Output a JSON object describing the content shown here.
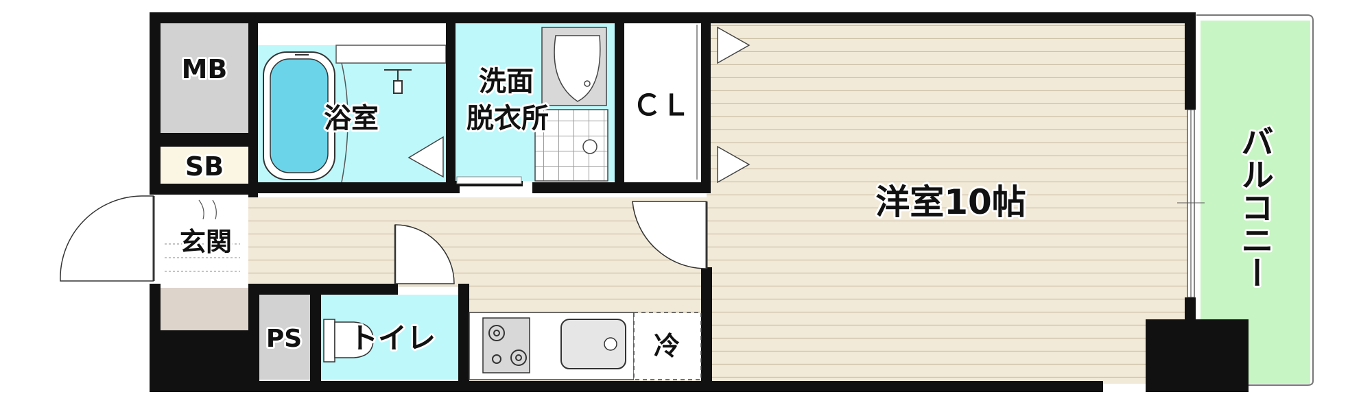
{
  "rooms": {
    "mb": "MB",
    "sb": "SB",
    "bath": "浴室",
    "washroom_line1": "洗面",
    "washroom_line2": "脱衣所",
    "closet": "ＣＬ",
    "western_room": "洋室10帖",
    "entrance": "玄関",
    "ps": "PS",
    "toilet": "トイレ",
    "fridge": "冷",
    "balcony": "バルコニー"
  },
  "colors": {
    "wall": "#111111",
    "floor_wood": "#f2ead8",
    "floor_line": "#c8bba0",
    "wet_area": "#bff8fb",
    "storage_gray": "#d2d2d2",
    "balcony_green": "#c8f5c4",
    "entrance_tile": "#ddd4cc",
    "sb_cream": "#fbf6e4"
  }
}
